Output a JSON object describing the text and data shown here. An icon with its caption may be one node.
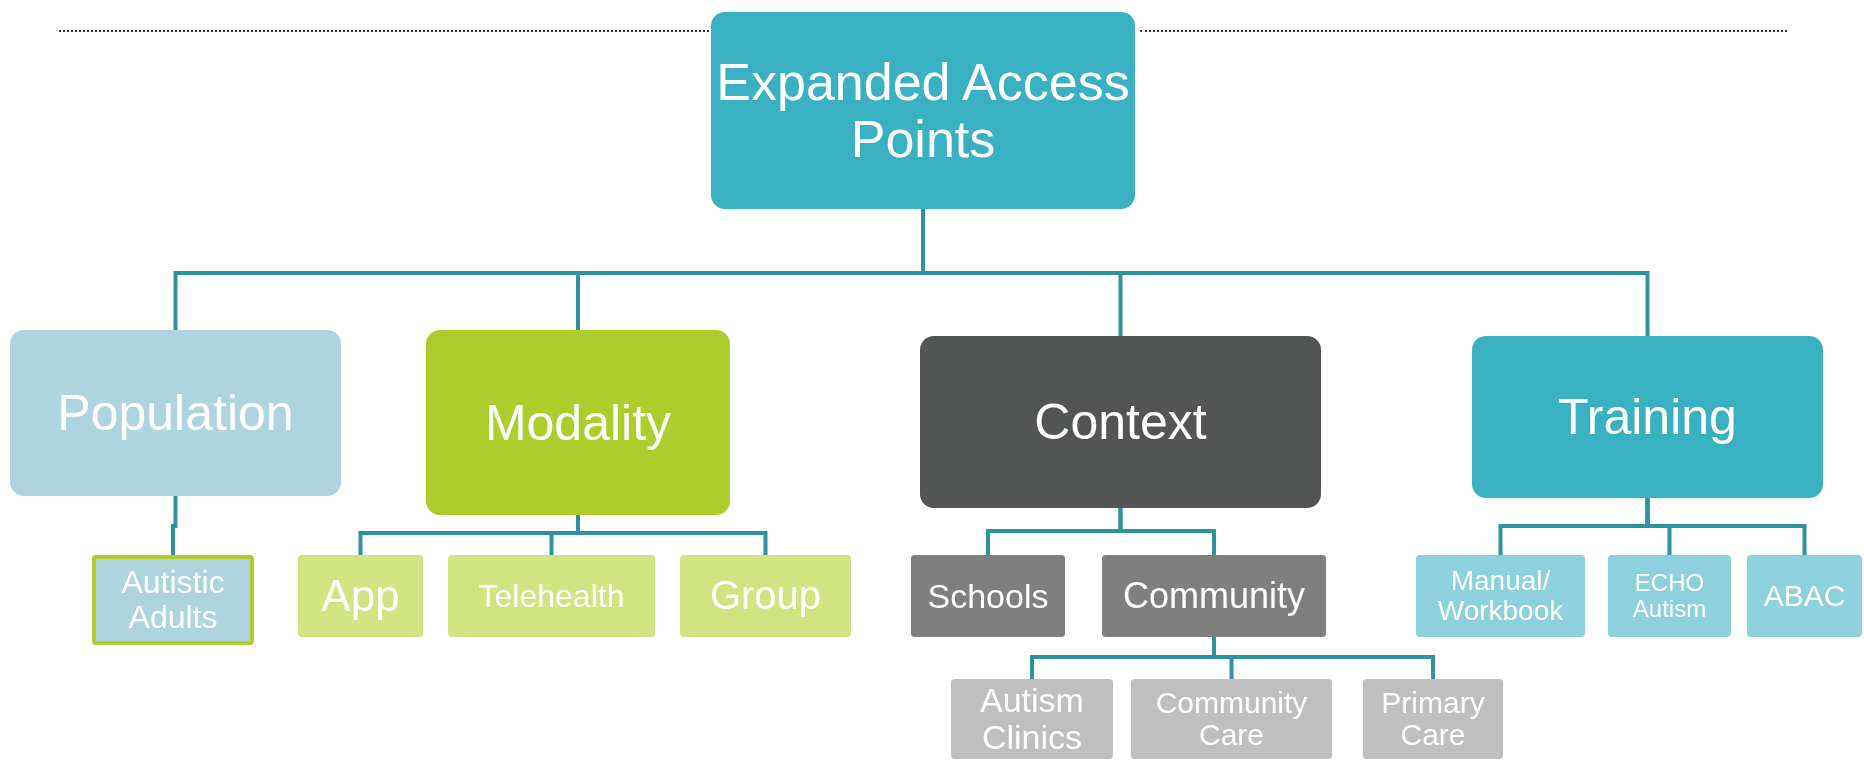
{
  "diagram": {
    "nodes": [
      {
        "text": [
          "Expanded Access Points"
        ]
      },
      {
        "text": [
          "Population"
        ]
      },
      {
        "text": [
          "Modality"
        ]
      },
      {
        "text": [
          "Context"
        ]
      },
      {
        "text": [
          "Training"
        ]
      },
      {
        "text": [
          "Autistic Adults"
        ]
      },
      {
        "text": [
          "App"
        ]
      },
      {
        "text": [
          "Telehealth"
        ]
      },
      {
        "text": [
          "Group"
        ]
      },
      {
        "text": [
          "Schools"
        ]
      },
      {
        "text": [
          "Community"
        ]
      },
      {
        "text": [
          "Manual/ Workbook"
        ]
      },
      {
        "text": [
          "ECHO Autism"
        ]
      },
      {
        "text": [
          "ABAC"
        ]
      },
      {
        "text": [
          "Autism Clinics"
        ]
      },
      {
        "text": [
          "Community Care"
        ]
      },
      {
        "text": [
          "Primary Care"
        ]
      }
    ],
    "edges": [
      {
        "from": 0,
        "to": 1,
        "arrow": "none"
      },
      {
        "from": 0,
        "to": 2,
        "arrow": "none"
      },
      {
        "from": 0,
        "to": 3,
        "arrow": "none"
      },
      {
        "from": 0,
        "to": 4,
        "arrow": "none"
      },
      {
        "from": 1,
        "to": 5,
        "arrow": "none"
      },
      {
        "from": 2,
        "to": 6,
        "arrow": "none"
      },
      {
        "from": 2,
        "to": 7,
        "arrow": "none"
      },
      {
        "from": 2,
        "to": 8,
        "arrow": "none"
      },
      {
        "from": 3,
        "to": 9,
        "arrow": "none"
      },
      {
        "from": 3,
        "to": 10,
        "arrow": "none"
      },
      {
        "from": 4,
        "to": 11,
        "arrow": "none"
      },
      {
        "from": 4,
        "to": 12,
        "arrow": "none"
      },
      {
        "from": 4,
        "to": 13,
        "arrow": "none"
      },
      {
        "from": 10,
        "to": 14,
        "arrow": "none"
      },
      {
        "from": 10,
        "to": 15,
        "arrow": "none"
      },
      {
        "from": 10,
        "to": 16,
        "arrow": "none"
      }
    ]
  }
}
